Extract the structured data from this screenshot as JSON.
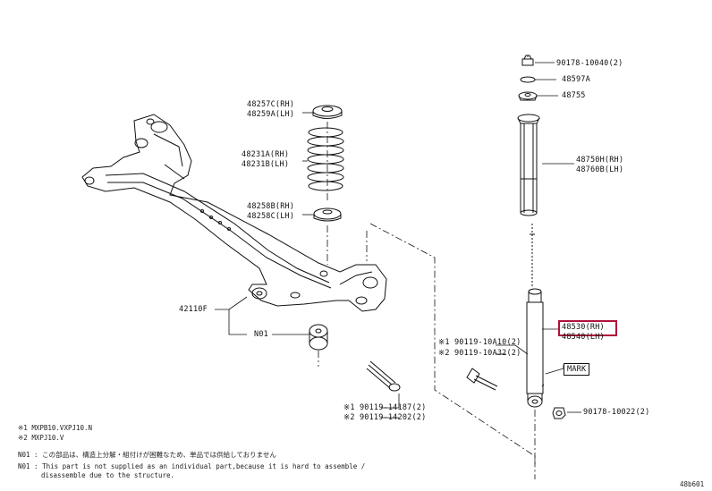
{
  "parts": {
    "p1": "90178-10040(2)",
    "p2": "48597A",
    "p3": "48755",
    "p4": "48257C(RH)",
    "p5": "48259A(LH)",
    "p6": "48231A(RH)",
    "p7": "48231B(LH)",
    "p8": "48750H(RH)",
    "p9": "48760B(LH)",
    "p10": "48258B(RH)",
    "p11": "48258C(LH)",
    "p12": "42110F",
    "p13": "N01",
    "p14": "48530(RH)",
    "p15": "48540(LH)",
    "p16": "※1 90119-10A10(2)",
    "p17": "※2 90119-10A32(2)",
    "p18": "MARK",
    "p19": "※1 90119-14187(2)",
    "p20": "※2 90119-14202(2)",
    "p21": "90178-10022(2)"
  },
  "notes": {
    "n1": "※1 MXPB10.VXPJ10.N",
    "n2": "※2 MXPJ10.V",
    "n3": "N01 : この部品は、構造上分解・組付けが困難なため、単品では供給しておりません",
    "n4": "N01 : This part is not supplied as an individual part,because it is hard to assemble /",
    "n5": "disassemble due to the structure.",
    "code": "48b601"
  },
  "highlight_color": "#b0103a"
}
